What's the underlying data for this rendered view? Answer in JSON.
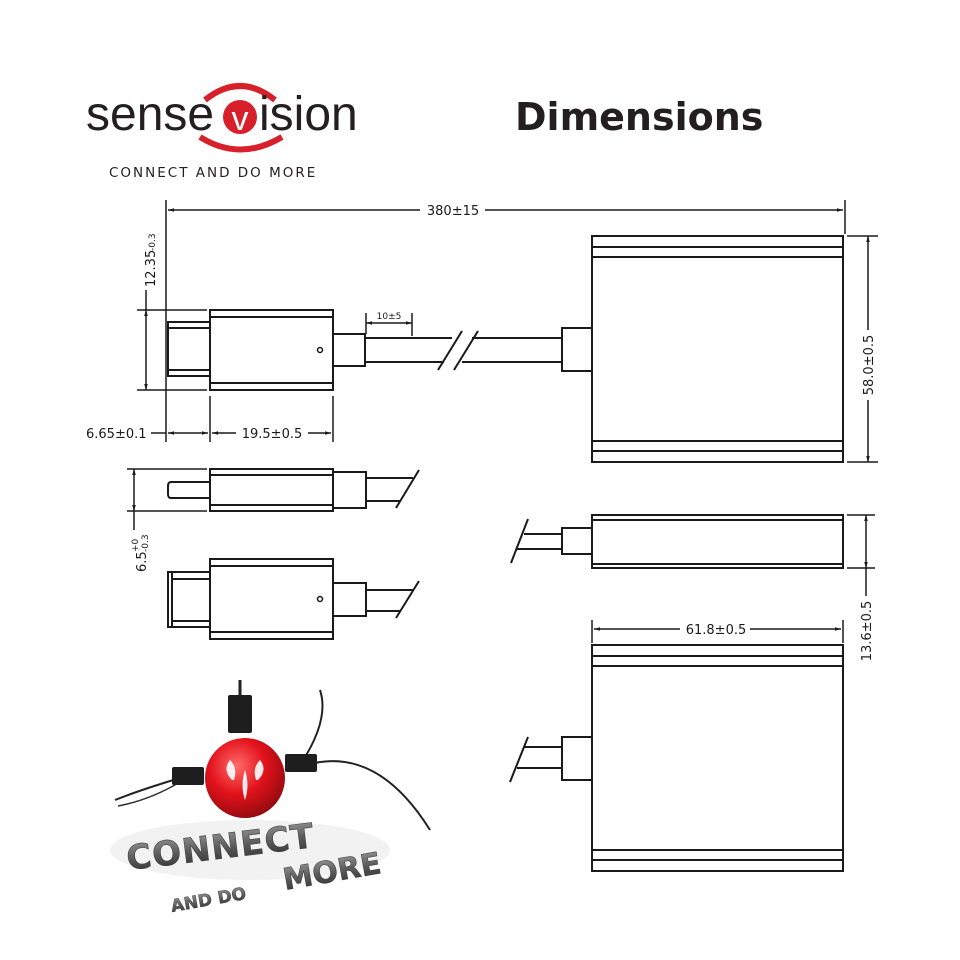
{
  "header": {
    "brand_part1": "sense",
    "brand_v": "v",
    "brand_part2": "ision",
    "tagline": "CONNECT AND DO MORE",
    "title": "Dimensions"
  },
  "colors": {
    "brand_red": "#d7202a",
    "ink": "#1a1a1a",
    "brand_text": "#231f20"
  },
  "dimensions": {
    "overall_length": "380±15",
    "plug_height": "12.35",
    "plug_height_tol": "-0.3",
    "strain_relief": "10±5",
    "tip_length": "6.65±0.1",
    "plug_body_length": "19.5±0.5",
    "box_height": "58.0±0.5",
    "plug_thickness": "6.5",
    "plug_thickness_tol_upper": "+0",
    "plug_thickness_tol_lower": "-0.3",
    "box_thickness": "13.6±0.5",
    "box_width": "61.8±0.5"
  },
  "promo_image": {
    "line1": "CONNECT",
    "line2a": "AND DO",
    "line2b": "MORE"
  }
}
